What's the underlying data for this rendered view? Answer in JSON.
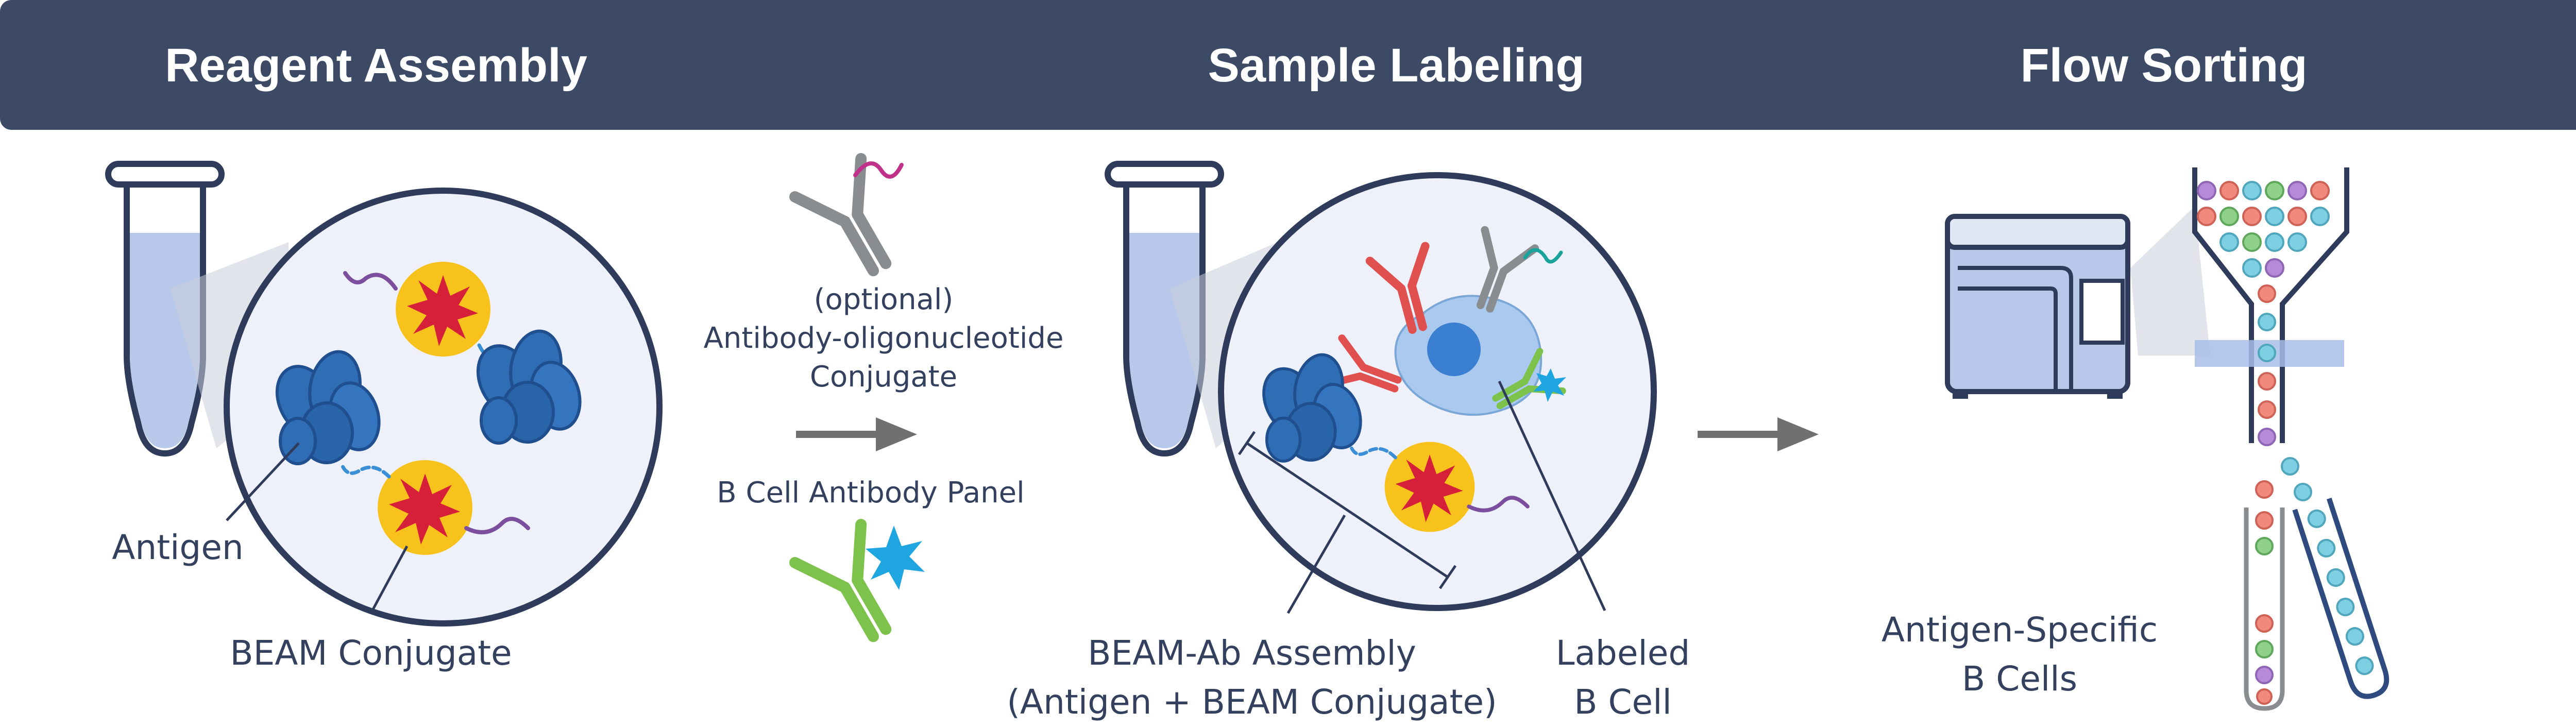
{
  "header": {
    "step1": "Reagent Assembly",
    "step2": "Sample Labeling",
    "step3": "Flow Sorting"
  },
  "labels": {
    "antigen": "Antigen",
    "beam_conjugate": "BEAM Conjugate",
    "optional": "(optional)",
    "antibody_oligo": "Antibody-oligonucleotide",
    "conjugate": "Conjugate",
    "b_cell_panel": "B Cell Antibody Panel",
    "beam_ab_assembly": "BEAM-Ab Assembly",
    "beam_ab_assembly_detail": "(Antigen + BEAM Conjugate)",
    "labeled": "Labeled",
    "b_cell": "B Cell",
    "antigen_specific": "Antigen-Specific",
    "b_cells": "B Cells"
  },
  "colors": {
    "header_bg": "#3c4a66",
    "text": "#33415f",
    "antigen_blue": "#2f6db5",
    "beam_yellow": "#f7c21b",
    "beam_red": "#d6203a",
    "tube_fill": "#b8c8ea",
    "circle_bg": "#eef1fa",
    "arrow_gray": "#707070",
    "antibody_gray": "#8a8d90",
    "antibody_green": "#7dc24b",
    "fluor_blue": "#1fa6e0",
    "antibody_red": "#e0504f"
  }
}
